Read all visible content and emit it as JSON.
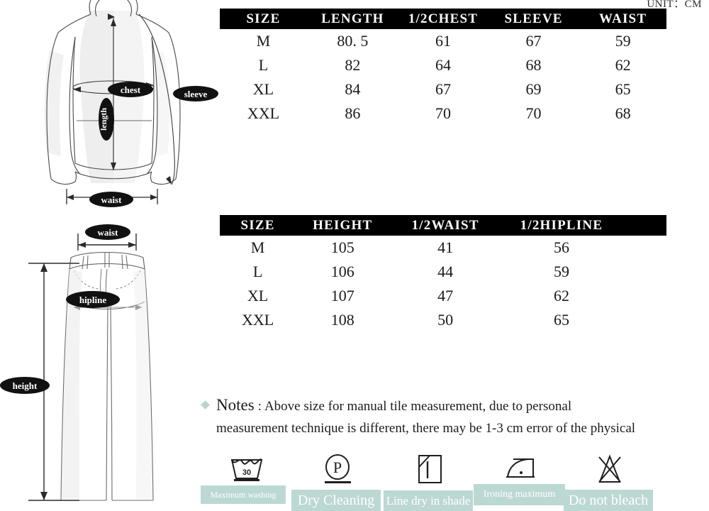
{
  "unit_label": "UNIT：CM",
  "jacket_illustration": {
    "name": "hooded-jacket-diagram",
    "labels": {
      "chest": "chest",
      "sleeve": "sleeve",
      "length": "length",
      "waist": "waist"
    }
  },
  "pants_illustration": {
    "name": "wide-leg-pants-diagram",
    "labels": {
      "waist": "waist",
      "hipline": "hipline",
      "height": "height"
    }
  },
  "jacket_table": {
    "headers": [
      "SIZE",
      "LENGTH",
      "1/2CHEST",
      "SLEEVE",
      "WAIST"
    ],
    "rows": [
      [
        "M",
        "80. 5",
        "61",
        "67",
        "59"
      ],
      [
        "L",
        "82",
        "64",
        "68",
        "62"
      ],
      [
        "XL",
        "84",
        "67",
        "69",
        "65"
      ],
      [
        "XXL",
        "86",
        "70",
        "70",
        "68"
      ]
    ]
  },
  "pants_table": {
    "headers": [
      "SIZE",
      "HEIGHT",
      "1/2WAIST",
      "1/2HIPLINE"
    ],
    "rows": [
      [
        "M",
        "105",
        "41",
        "56"
      ],
      [
        "L",
        "106",
        "44",
        "59"
      ],
      [
        "XL",
        "107",
        "47",
        "62"
      ],
      [
        "XXL",
        "108",
        "50",
        "65"
      ]
    ]
  },
  "notes": {
    "heading": "Notes",
    "colon": ":",
    "line1": "Above size for manual tile measurement, due to personal",
    "line2": "measurement technique is different, there may be 1-3 cm error of the physical"
  },
  "care_symbols": {
    "items": [
      {
        "icon": "wash-tub-30-icon",
        "label": "Maximum washing",
        "temperature": "30"
      },
      {
        "icon": "dry-clean-p-icon",
        "label": "Dry Cleaning"
      },
      {
        "icon": "line-dry-in-shade-icon",
        "label": "Line dry in shade"
      },
      {
        "icon": "iron-one-dot-icon",
        "label": "Ironing maximum"
      },
      {
        "icon": "do-not-bleach-icon",
        "label": "Do not bleach"
      }
    ]
  },
  "colors": {
    "header_bg": "#000000",
    "header_text": "#ffffff",
    "teal_label": "#bcd8d2",
    "body_text": "#1a1a1a",
    "illustration_line": "#3a3a3a",
    "illustration_shade": "#e8e8e8"
  }
}
